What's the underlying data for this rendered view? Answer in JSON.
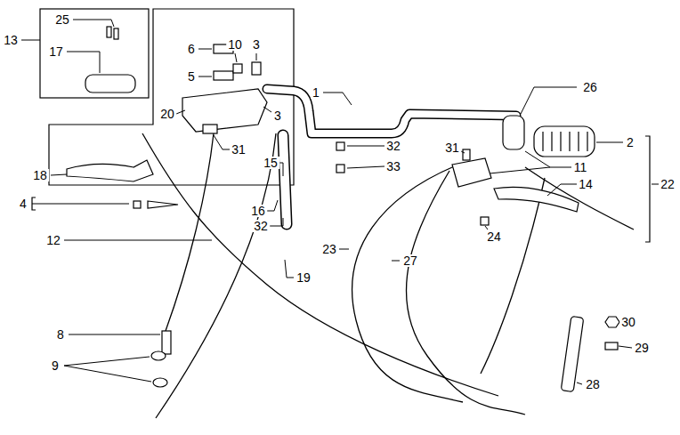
{
  "diagram": {
    "labels": [
      "25",
      "13",
      "17",
      "6",
      "10",
      "3",
      "5",
      "3",
      "1",
      "26",
      "20",
      "2",
      "32",
      "31",
      "11",
      "14",
      "22",
      "31",
      "18",
      "15",
      "33",
      "4",
      "16",
      "32",
      "24",
      "12",
      "23",
      "27",
      "19",
      "8",
      "30",
      "29",
      "9",
      "28"
    ]
  }
}
